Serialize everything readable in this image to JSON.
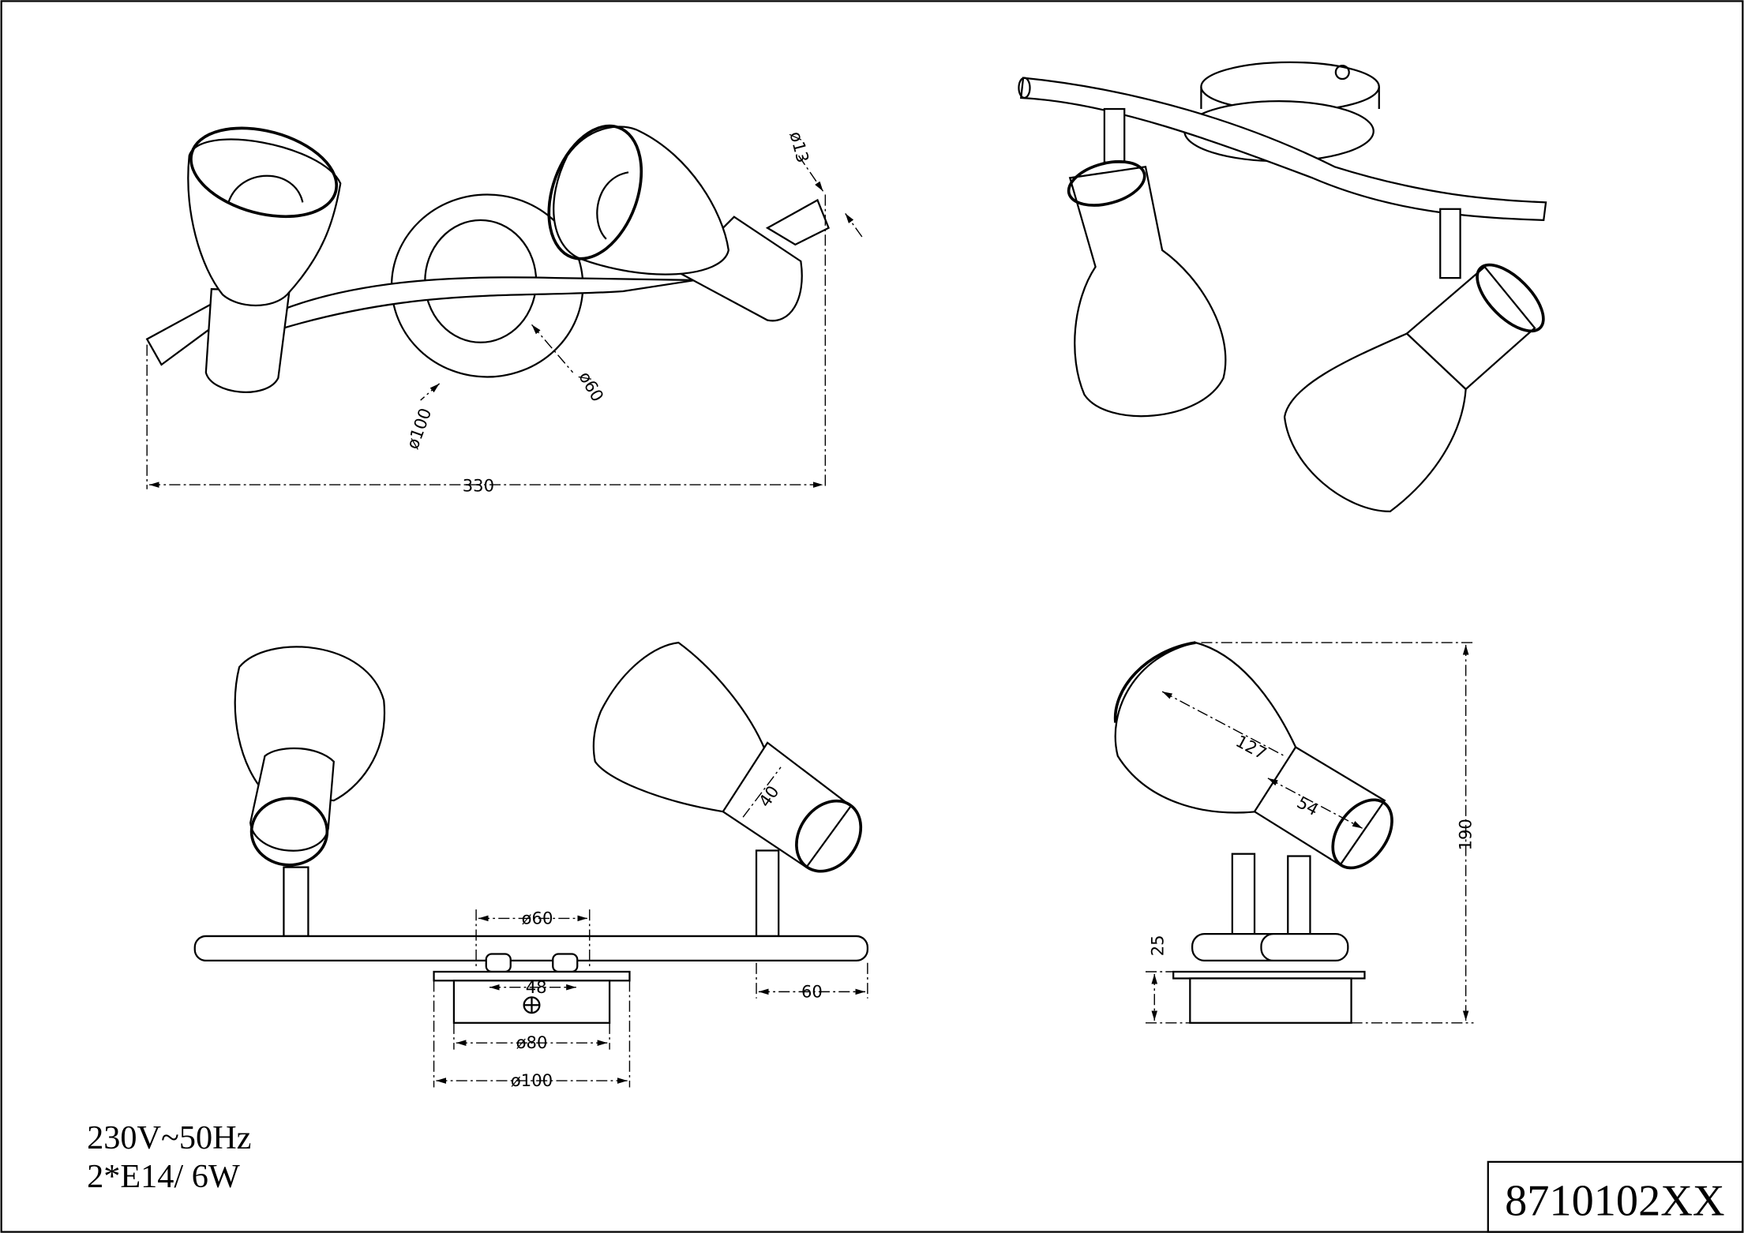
{
  "specs": {
    "voltage": "230V~50Hz",
    "bulbs": "2*E14/ 6W"
  },
  "model_number": "8710102XX",
  "dimensions": {
    "top_view": {
      "width": "330",
      "arm_diameter": "ø13",
      "base_outer": "ø100",
      "base_inner": "ø60"
    },
    "front_view": {
      "base_top": "ø60",
      "screw_spacing": "48",
      "base_mid": "ø80",
      "base_outer": "ø100",
      "arm_overhang": "60",
      "holder_diameter": "40"
    },
    "side_view": {
      "shade_length": "127",
      "holder_length": "54",
      "total_height": "190",
      "base_height": "25"
    }
  }
}
